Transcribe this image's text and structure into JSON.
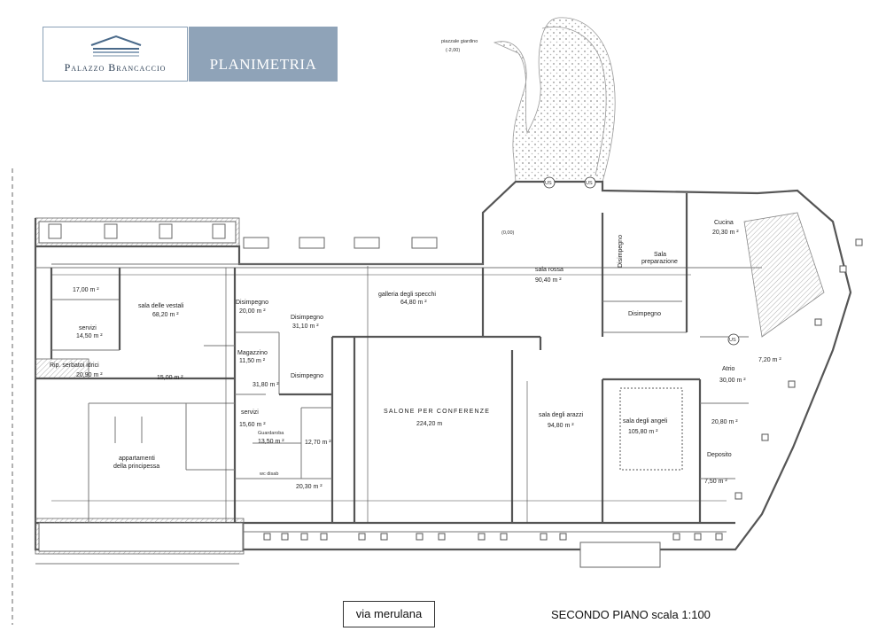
{
  "header": {
    "brand_name": "Palazzo Brancaccio",
    "title": "PLANIMETRIA",
    "colors": {
      "brand_panel": "#8fa3b8",
      "brand_text": "#2b3e54"
    }
  },
  "footer": {
    "street": "via merulana",
    "floor": "SECONDO PIANO  scala 1:100"
  },
  "exterior": {
    "garden_name": "piazzale giardino",
    "garden_level": "(-2,00)"
  },
  "rooms": [
    {
      "name": "17,00 m ²",
      "area": ""
    },
    {
      "name": "sala delle vestali",
      "area": "68,20 m ²"
    },
    {
      "name": "servizi",
      "area": "14,50 m ²"
    },
    {
      "name": "Rip. serbatoi idrici",
      "area": "20,90 m ²"
    },
    {
      "name": "",
      "area": "15,00 m ²"
    },
    {
      "name": "Disimpegno",
      "area": "20,00 m ²"
    },
    {
      "name": "Disimpegno",
      "area": "31,10 m ²"
    },
    {
      "name": "Magazzino",
      "area": "11,50 m ²"
    },
    {
      "name": "Disimpegno",
      "area": ""
    },
    {
      "name": "",
      "area": "31,80 m ²"
    },
    {
      "name": "galleria degli specchi",
      "area": "64,80 m ²"
    },
    {
      "name": "sala rossa",
      "area": "90,40 m ²"
    },
    {
      "name": "(0,00)",
      "area": ""
    },
    {
      "name": "Disimpegno",
      "area": ""
    },
    {
      "name": "Sala",
      "area": "preparazione"
    },
    {
      "name": "Cucina",
      "area": "20,30 m ²"
    },
    {
      "name": "Disimpegno",
      "area": ""
    },
    {
      "name": "Atrio",
      "area": "30,00 m ²"
    },
    {
      "name": "",
      "area": "7,20 m ²"
    },
    {
      "name": "SALONE PER CONFERENZE",
      "area": "224,20 m"
    },
    {
      "name": "sala degli arazzi",
      "area": "94,80 m ²"
    },
    {
      "name": "sala degli angeli",
      "area": "105,80 m ²"
    },
    {
      "name": "",
      "area": "20,80 m ²"
    },
    {
      "name": "Deposito",
      "area": ""
    },
    {
      "name": "",
      "area": "7,50 m ²"
    },
    {
      "name": "servizi",
      "area": "15,60 m ²"
    },
    {
      "name": "Guardaroba",
      "area": "13,50 m ²"
    },
    {
      "name": "",
      "area": "12,70 m ²"
    },
    {
      "name": "wc disab",
      "area": ""
    },
    {
      "name": "",
      "area": "20,30 m ²"
    },
    {
      "name": "appartamenti",
      "area": "della principessa"
    }
  ],
  "symbols": {
    "lift": "US"
  }
}
